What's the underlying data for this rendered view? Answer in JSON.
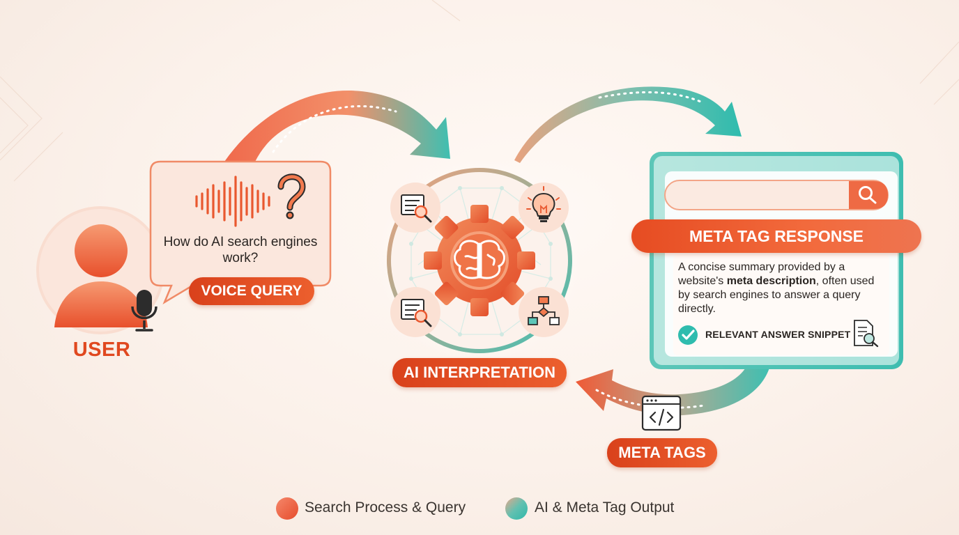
{
  "user": {
    "label": "USER"
  },
  "voice_query": {
    "question": "How do AI search engines work?",
    "label": "VOICE QUERY"
  },
  "ai": {
    "label": "AI INTERPRETATION"
  },
  "response": {
    "title": "META TAG RESPONSE",
    "desc_before": "A concise summary provided by a website's ",
    "desc_bold": "meta description",
    "desc_after": ", often used by search engines to answer a query directly.",
    "snippet": "RELEVANT ANSWER SNIPPET"
  },
  "meta_tags": {
    "label": "META TAGS"
  },
  "legend": [
    {
      "label": "Search Process & Query",
      "color": "#ee6a4a"
    },
    {
      "label": "AI & Meta Tag Output",
      "color": "#3cbcb0"
    }
  ],
  "colors": {
    "orange": "#e64c22",
    "coral": "#f08a66",
    "teal": "#2fbcae"
  }
}
